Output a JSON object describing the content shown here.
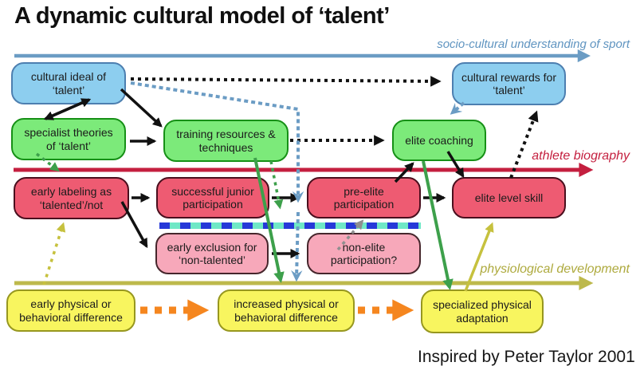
{
  "title": "A dynamic cultural model of ‘talent’",
  "caption": "Inspired by Peter Taylor 2001",
  "axis_labels": {
    "socio": "socio-cultural understanding of sport",
    "biography": "athlete biography",
    "physiological": "physiological development"
  },
  "boxes": {
    "cultural_ideal": "cultural ideal of ‘talent’",
    "cultural_rewards": "cultural rewards for ‘talent’",
    "specialist_theories": "specialist theories of ‘talent’",
    "training_resources": "training resources & techniques",
    "elite_coaching": "elite coaching",
    "early_labeling": "early labeling as ‘talented’/not",
    "successful_junior": "successful junior participation",
    "pre_elite": "pre-elite participation",
    "elite_level_skill": "elite level skill",
    "early_exclusion": "early exclusion for ‘non-talented’",
    "non_elite": "non-elite participation?",
    "early_physical": "early physical or behavioral difference",
    "increased_physical": "increased physical or behavioral difference",
    "specialized_physical": "specialized physical adaptation"
  },
  "palette": {
    "blue_box": "#8dceef",
    "green_box": "#7cea7a",
    "red_box": "#ee5b72",
    "pink_box": "#f7a8ba",
    "yellow_box": "#f8f55f",
    "socio_axis": "#6b9cc4",
    "biography_axis": "#c41f3f",
    "physiological_axis": "#bdb94c",
    "barrier_blue": "#2639d8",
    "barrier_cyan": "#6fe8c6",
    "orange_arrow": "#f5861f",
    "green_arrow": "#3da04b",
    "olive_arrow": "#c6c13e",
    "gray_arrow": "#8f8f8f",
    "black_arrow": "#111111"
  },
  "edges": [
    {
      "from": "cultural_ideal",
      "to": "specialist_theories",
      "style": "solid-double",
      "color": "black"
    },
    {
      "from": "cultural_ideal",
      "to": "training_resources",
      "style": "solid",
      "color": "black"
    },
    {
      "from": "cultural_ideal",
      "to": "cultural_rewards",
      "style": "dotted",
      "color": "black"
    },
    {
      "from": "cultural_ideal",
      "to": "barrier_and_increased_physical",
      "style": "dotted",
      "color": "blue"
    },
    {
      "from": "cultural_rewards",
      "to": "elite_coaching",
      "style": "dotted",
      "color": "blue"
    },
    {
      "from": "specialist_theories",
      "to": "training_resources",
      "style": "solid",
      "color": "black"
    },
    {
      "from": "specialist_theories",
      "to": "early_labeling",
      "style": "dotted",
      "color": "green"
    },
    {
      "from": "training_resources",
      "to": "elite_coaching",
      "style": "dotted",
      "color": "black"
    },
    {
      "from": "training_resources",
      "to": "increased_physical",
      "style": "solid",
      "color": "green"
    },
    {
      "from": "training_resources",
      "to": "barrier",
      "style": "dotted",
      "color": "green"
    },
    {
      "from": "early_labeling",
      "to": "successful_junior",
      "style": "solid",
      "color": "black"
    },
    {
      "from": "early_labeling",
      "to": "early_exclusion",
      "style": "solid",
      "color": "black"
    },
    {
      "from": "successful_junior",
      "to": "pre_elite",
      "style": "solid",
      "color": "black"
    },
    {
      "from": "pre_elite",
      "to": "elite_level_skill",
      "style": "solid",
      "color": "black"
    },
    {
      "from": "pre_elite",
      "to": "elite_coaching",
      "style": "solid",
      "color": "black"
    },
    {
      "from": "elite_coaching",
      "to": "elite_level_skill",
      "style": "solid",
      "color": "black"
    },
    {
      "from": "elite_coaching",
      "to": "specialized_physical",
      "style": "solid",
      "color": "green"
    },
    {
      "from": "elite_level_skill",
      "to": "cultural_rewards",
      "style": "dotted",
      "color": "black"
    },
    {
      "from": "early_exclusion",
      "to": "non_elite",
      "style": "solid",
      "color": "black"
    },
    {
      "from": "non_elite",
      "to": "pre_elite",
      "style": "dotted",
      "color": "gray"
    },
    {
      "from": "early_physical",
      "to": "early_labeling",
      "style": "dotted",
      "color": "olive"
    },
    {
      "from": "early_physical",
      "to": "increased_physical",
      "style": "dashed-thick",
      "color": "orange"
    },
    {
      "from": "increased_physical",
      "to": "specialized_physical",
      "style": "dashed-thick",
      "color": "orange"
    },
    {
      "from": "specialized_physical",
      "to": "elite_level_skill",
      "style": "solid",
      "color": "olive"
    }
  ]
}
